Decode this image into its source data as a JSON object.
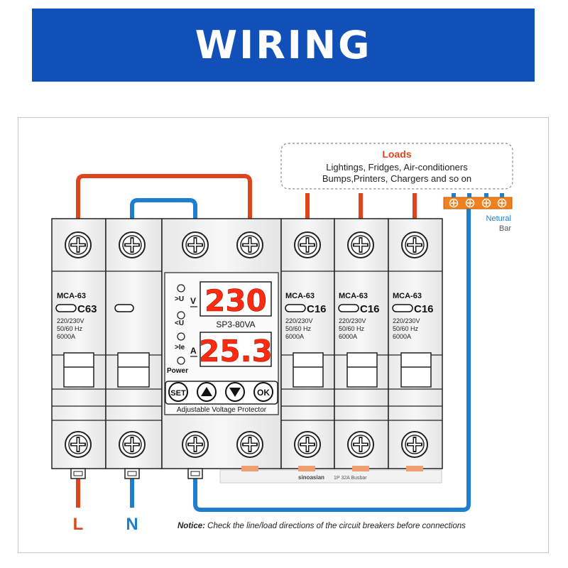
{
  "banner": {
    "title": "WIRING"
  },
  "loads": {
    "title": "Loads",
    "line1": "Lightings, Fridges, Air-conditioners",
    "line2": "Bumps,Printers, Chargers and so on"
  },
  "neutral_bar": {
    "line1": "Netural",
    "line2": "Bar"
  },
  "main_breaker": {
    "model": "MCA-63",
    "rating": "C63",
    "specs": [
      "220/230V",
      "50/60 Hz",
      "6000A"
    ]
  },
  "protector": {
    "voltage_reading": "230",
    "voltage_unit": "V",
    "current_reading": "25.3",
    "current_unit": "A",
    "model": "SP3-80VA",
    "indicators": [
      ">U",
      "<U",
      ">Ie",
      "Power"
    ],
    "buttons": {
      "set": "SET",
      "ok": "OK"
    },
    "caption": "Adjustable Voltage Protector"
  },
  "branch_breakers": [
    {
      "model": "MCA-63",
      "rating": "C16",
      "specs": [
        "220/230V",
        "50/60 Hz",
        "6000A"
      ]
    },
    {
      "model": "MCA-63",
      "rating": "C16",
      "specs": [
        "220/230V",
        "50/60 Hz",
        "6000A"
      ]
    },
    {
      "model": "MCA-63",
      "rating": "C16",
      "specs": [
        "220/230V",
        "50/60 Hz",
        "6000A"
      ]
    }
  ],
  "busbar": {
    "brand": "sinoasian",
    "label": "1P 32A Busbar"
  },
  "terminals": {
    "line": "L",
    "neutral": "N"
  },
  "notice": {
    "prefix": "Notice:",
    "text": " Check the line/load directions of the circuit breakers before connections"
  },
  "colors": {
    "banner": "#1050b8",
    "line_wire": "#e0441c",
    "neutral_wire": "#1e7fd0",
    "display": "#ff2a10"
  }
}
